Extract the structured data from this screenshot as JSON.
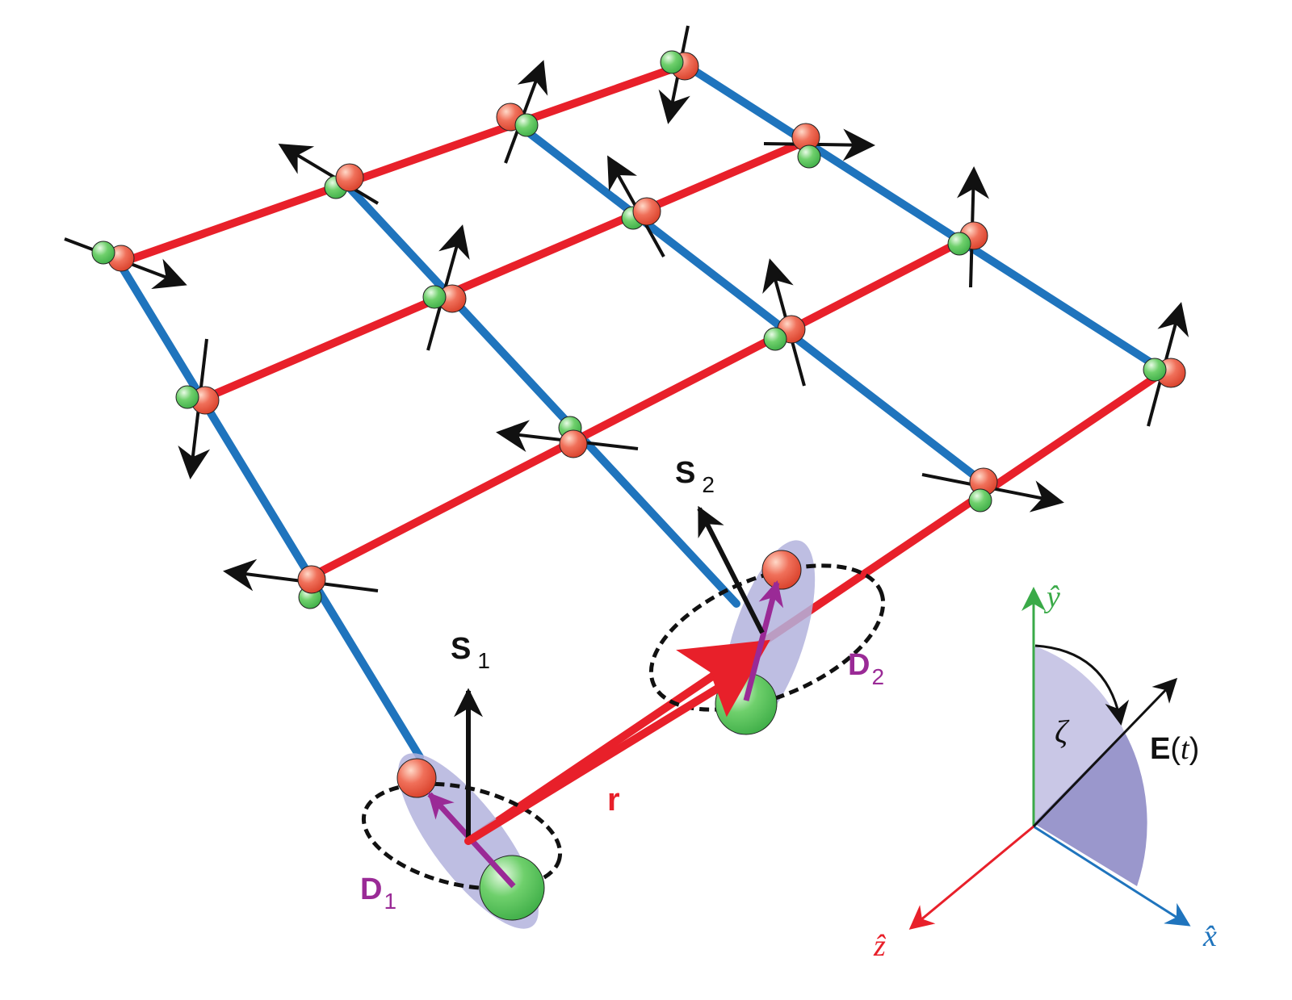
{
  "labels": {
    "s1": "S",
    "s1_sub": "1",
    "s2": "S",
    "s2_sub": "2",
    "d1": "D",
    "d1_sub": "1",
    "d2": "D",
    "d2_sub": "2",
    "r": "r",
    "zeta": "ζ",
    "e_field_bold": "E",
    "e_field_open": "(",
    "e_field_t": "t",
    "e_field_close": ")",
    "axis_y": "ŷ",
    "axis_x": "x̂",
    "axis_z": "ẑ"
  },
  "colors": {
    "row_bond": "#e8202a",
    "column_bond": "#1f74bd",
    "spin_arrow": "#111111",
    "dipole_arrow": "#9a2a96",
    "ellipse_fill": "#b3b3dd",
    "red_atom": "#e84b32",
    "green_atom": "#56c45a",
    "axis_y": "#3aaa48",
    "axis_x": "#1f74bd",
    "axis_z": "#e8202a",
    "angle_light": "#c9c7e6",
    "angle_dark": "#9a97cc"
  },
  "icons": {
    "molecule": "polar-molecule-dimer",
    "spin": "spin-arrow",
    "dipole": "dipole-arrow"
  }
}
